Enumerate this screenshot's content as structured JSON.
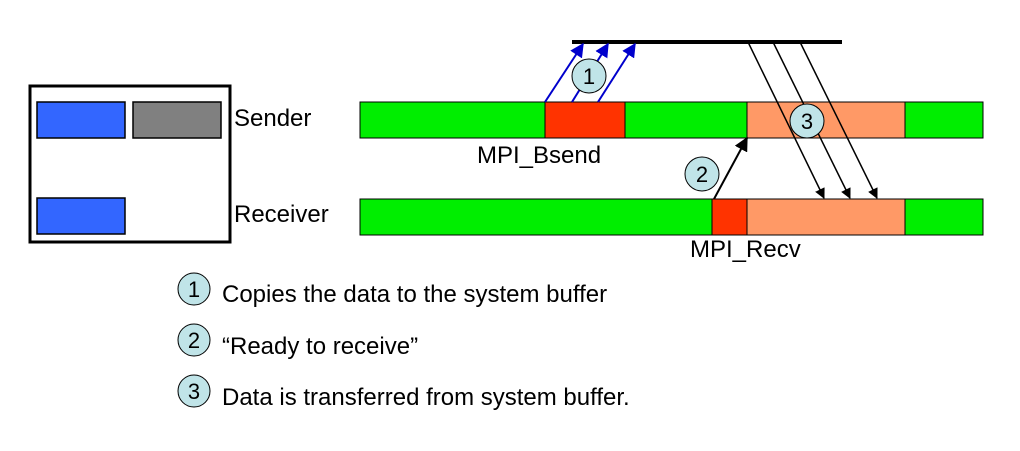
{
  "processes": {
    "sender_label": "Sender",
    "receiver_label": "Receiver"
  },
  "calls": {
    "bsend_label": "MPI_Bsend",
    "recv_label": "MPI_Recv"
  },
  "steps": [
    {
      "number": "1",
      "text": "Copies the data to the system buffer"
    },
    {
      "number": "2",
      "text": "“Ready to receive”"
    },
    {
      "number": "3",
      "text": "Data is transferred from system buffer."
    }
  ],
  "colors": {
    "idle": "#00ee00",
    "blocked": "#ff3300",
    "transfer": "#ff9966",
    "memory_block": "#3366ff",
    "buffer_block": "#808080",
    "step_circle": "#c0e4e8",
    "copy_arrow": "#0000cc"
  }
}
